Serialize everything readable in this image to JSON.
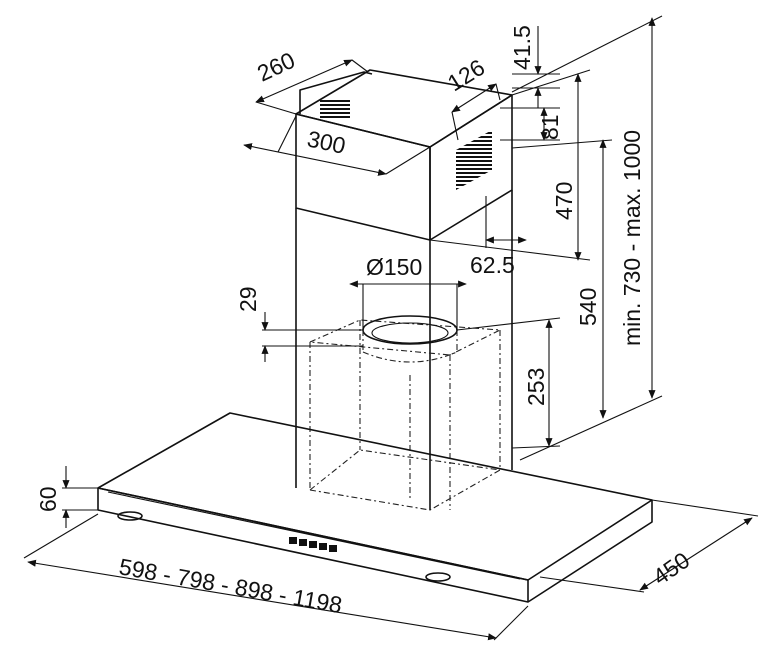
{
  "dimensions": {
    "d260": "260",
    "d300": "300",
    "d126": "126",
    "d41_5": "41.5",
    "d81": "81",
    "d470": "470",
    "d62_5": "62.5",
    "d150": "Ø150",
    "d29": "29",
    "d540": "540",
    "d253": "253",
    "dMinMax": "min. 730 - max. 1000",
    "d60": "60",
    "d450": "450",
    "dWidth": "598 - 798 - 898 - 1198"
  }
}
